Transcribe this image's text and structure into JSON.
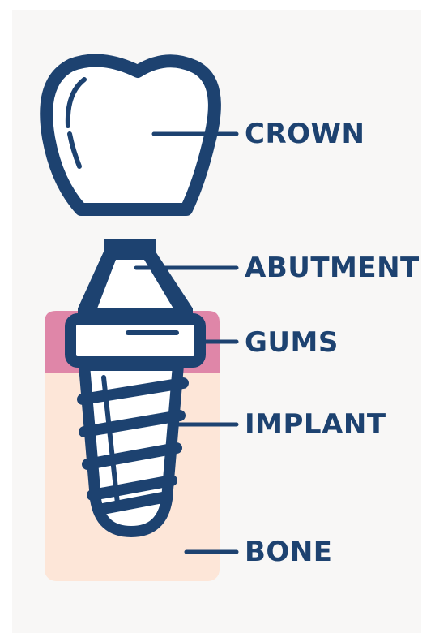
{
  "labels": {
    "crown": "CROWN",
    "abutment": "ABUTMENT",
    "gums": "GUMS",
    "implant": "IMPLANT",
    "bone": "BONE"
  },
  "colors": {
    "navy": "#1d4270",
    "gum_pink": "#df86a8",
    "bone_peach": "#fde6d8",
    "background": "#f8f7f6"
  }
}
